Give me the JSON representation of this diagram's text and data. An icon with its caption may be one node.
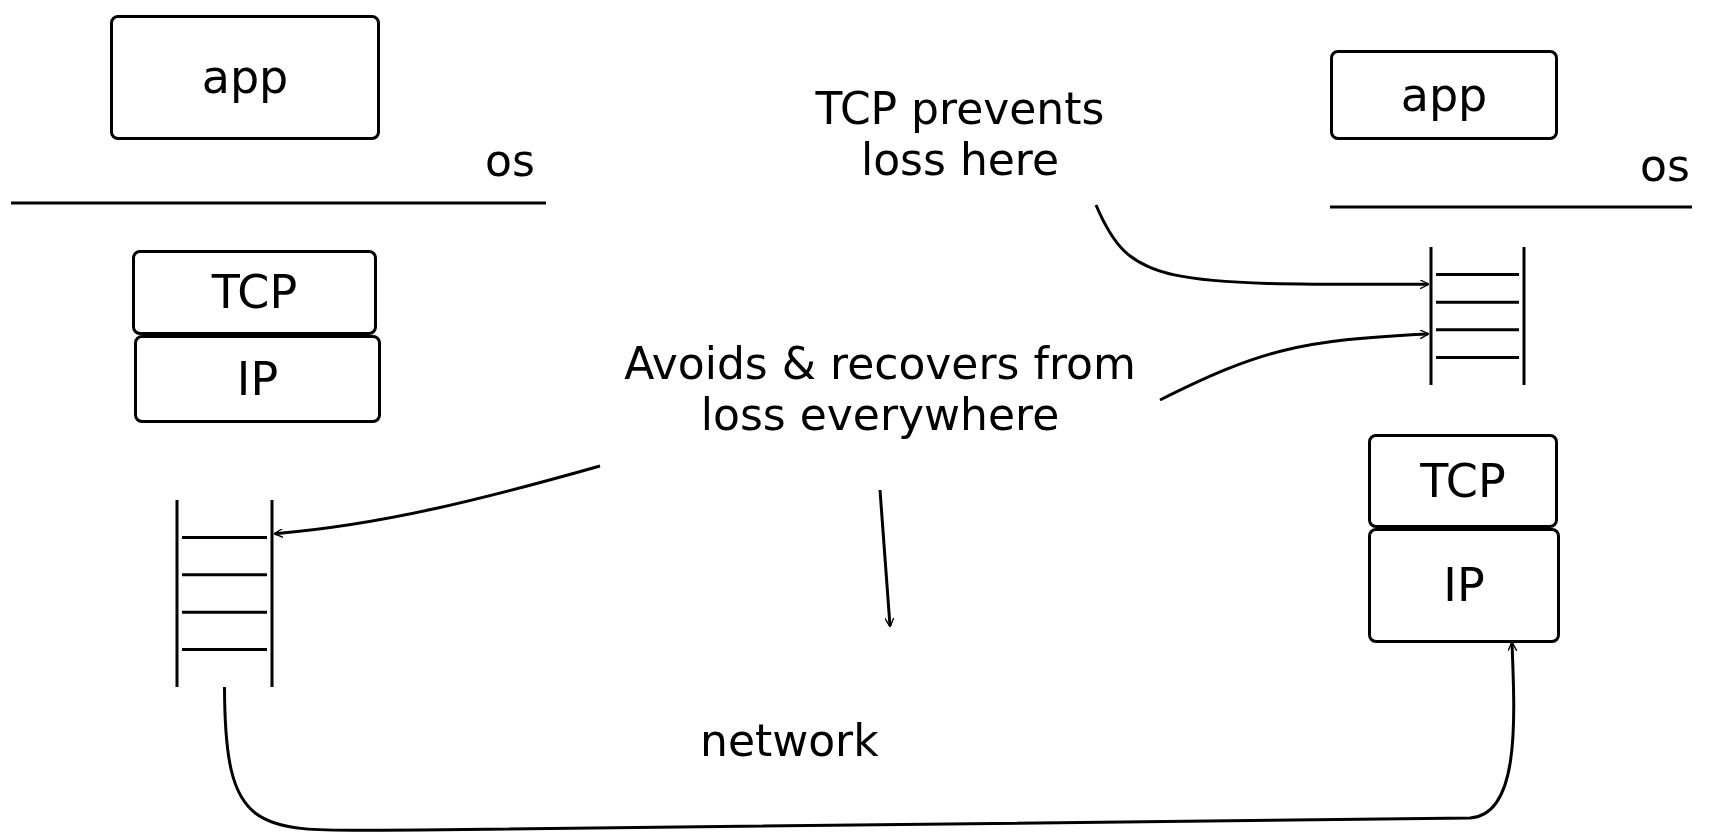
{
  "diagram": {
    "nodes": [
      {
        "text": [
          "app"
        ]
      },
      {
        "text": [
          "TCP"
        ]
      },
      {
        "text": [
          "IP"
        ]
      },
      {
        "text": [],
        "shape": "box"
      },
      {
        "text": [
          "app"
        ]
      },
      {
        "text": [],
        "shape": "box"
      },
      {
        "text": [
          "TCP"
        ]
      },
      {
        "text": [
          "IP"
        ]
      },
      {
        "text": [
          "TCP prevents loss here"
        ]
      },
      {
        "text": [
          "Avoids & recovers from loss everywhere"
        ]
      }
    ],
    "edges": [
      {
        "from": 8,
        "to": 5,
        "arrow": "to"
      },
      {
        "from": 9,
        "to": 5,
        "arrow": "to"
      },
      {
        "from": 9,
        "to": 3,
        "arrow": "to"
      },
      {
        "from": 9,
        "to": null,
        "arrow": "to"
      },
      {
        "from": 3,
        "to": 7,
        "arrow": "to",
        "label": "network"
      }
    ],
    "labels": [
      "os",
      "os"
    ]
  }
}
